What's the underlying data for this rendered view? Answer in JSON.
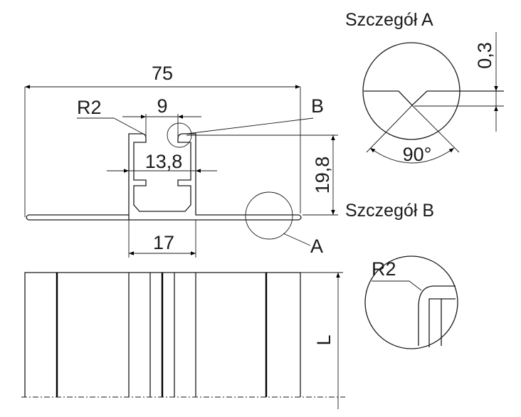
{
  "dimensions": {
    "width": "75",
    "slot": "9",
    "radius": "R2",
    "inner_width": "13,8",
    "height": "19,8",
    "bottom_width": "17",
    "length": "L",
    "depth": "0,3",
    "angle": "90°"
  },
  "labels": {
    "detail_a_marker": "A",
    "detail_b_marker": "B"
  },
  "details": {
    "a_title": "Szczegół A",
    "b_title": "Szczegół B",
    "b_radius": "R2"
  },
  "colors": {
    "line": "#1a1a1a",
    "background": "#ffffff"
  }
}
